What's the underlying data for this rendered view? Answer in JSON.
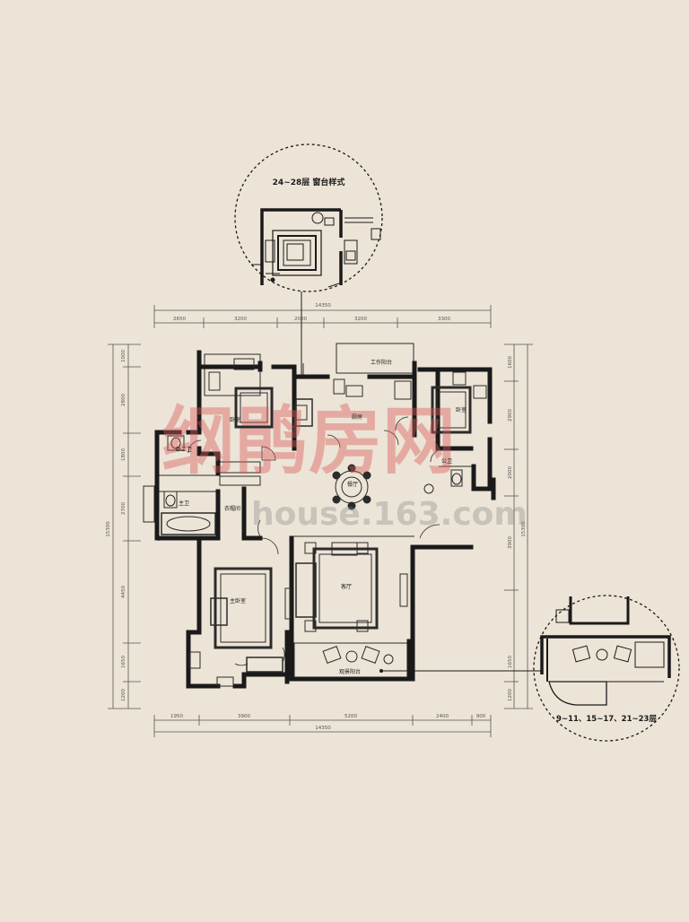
{
  "colors": {
    "paper": "#ece4d6",
    "wall": "#1a1a1a",
    "line": "#2b2b2b",
    "dim": "#555555",
    "watermark": "#d85a5a"
  },
  "top_dimensions": {
    "total": "14350",
    "segments": [
      "2650",
      "3200",
      "2000",
      "3200",
      "3300"
    ]
  },
  "bottom_dimensions": {
    "total": "14350",
    "segments": [
      "1950",
      "3900",
      "5200",
      "2400",
      "900"
    ]
  },
  "left_dimensions": {
    "total": "15300",
    "segments": [
      "1000",
      "2800",
      "1800",
      "2700",
      "4450",
      "1650",
      "1200"
    ]
  },
  "right_dimensions": {
    "total": "15300",
    "segments": [
      "1600",
      "2900",
      "2000",
      "3900",
      "1650",
      "1200"
    ]
  },
  "rooms": {
    "work_balcony": "工作阳台",
    "kitchen": "厨房",
    "bedroom_left": "卧室",
    "bedroom_right": "卧室",
    "bath2": "卧二卫",
    "public_bath": "公卫",
    "master_bath": "主卫",
    "dining": "餐厅",
    "cloakroom": "衣帽间",
    "living": "客厅",
    "master_bedroom": "主卧室",
    "view_balcony": "观景阳台"
  },
  "callouts": {
    "top_title": "24~28层 窗台样式",
    "bottom_caption": "9~11、15~17、21~23层"
  },
  "watermark": {
    "main": "纲鹃房网",
    "url": "house.163.com"
  }
}
